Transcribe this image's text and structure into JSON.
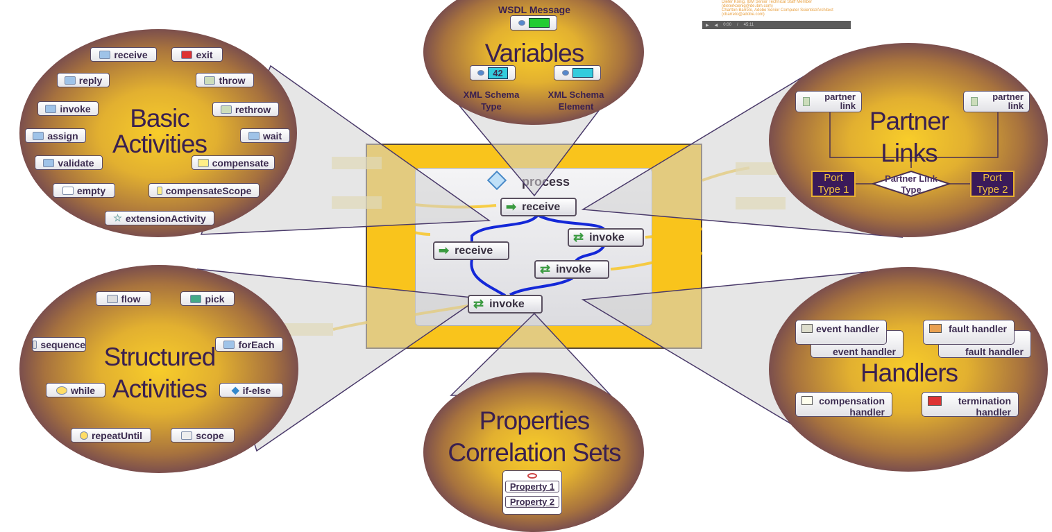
{
  "video": {
    "credits": [
      "Dieter König, IBM Senior Technical Staff Member",
      "(dieterkoenig@de.ibm.com)",
      "Charlton Barreto, Adobe Senior Computer Scientist/Architect",
      "(cbarreto@adobe.com)"
    ],
    "time": "0:00",
    "duration": "45:11"
  },
  "basic": {
    "title": "Basic Activities",
    "items": [
      "receive",
      "exit",
      "reply",
      "throw",
      "invoke",
      "rethrow",
      "assign",
      "wait",
      "validate",
      "compensate",
      "empty",
      "compensateScope",
      "extensionActivity"
    ]
  },
  "variables": {
    "title": "Variables",
    "wsdl": "WSDL Message",
    "num": "42",
    "type_label": "XML Schema Type",
    "element_label": "XML Schema Element"
  },
  "partner": {
    "title": "Partner Links",
    "link": "partner link",
    "port1": "Port Type 1",
    "port2": "Port Type 2",
    "plt": "Partner Link Type"
  },
  "structured": {
    "title": "Structured Activities",
    "items": [
      "flow",
      "pick",
      "sequence",
      "forEach",
      "while",
      "if-else",
      "repeatUntil",
      "scope"
    ]
  },
  "handlers": {
    "title": "Handlers",
    "event": "event handler",
    "fault": "fault handler",
    "compensation": "compensation handler",
    "termination": "termination handler"
  },
  "properties": {
    "title1": "Properties",
    "title2": "Correlation Sets",
    "p1": "Property 1",
    "p2": "Property 2"
  },
  "process": {
    "title": "process",
    "nodes": [
      "receive",
      "receive",
      "invoke",
      "invoke",
      "invoke"
    ]
  },
  "colors": {
    "frame": "#f9c41c",
    "flow": "#1428d8",
    "ellipse_edge": "#35195e"
  }
}
